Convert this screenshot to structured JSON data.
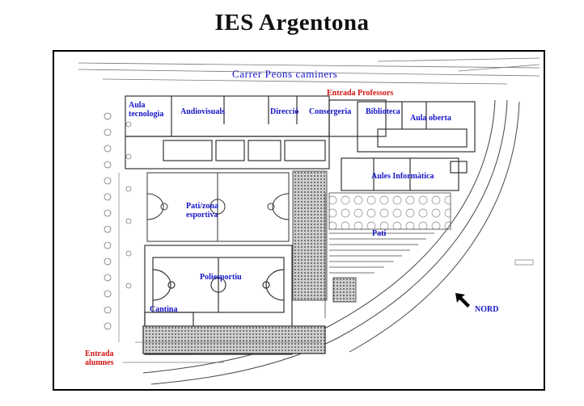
{
  "title": "IES Argentona",
  "street": "Carrer Peons caminers",
  "labels": {
    "entrada_professors": "Entrada Professors",
    "aula_tecnologia": "Aula tecnologia",
    "audiovisuals": "Audiovisuals",
    "direccio": "Direcció",
    "consergeria": "Consergeria",
    "biblioteca": "Biblioteca",
    "aula_oberta": "Aula oberta",
    "aules_informatica": "Aules Informàtica",
    "pati_zona_esportiva": "Pati/zona esportiva",
    "pati": "Pati",
    "poliesportiu": "Poliesportiu",
    "cantina": "Cantina",
    "entrada_alumnes": "Entrada alumnes",
    "nord": "NORD"
  },
  "colors": {
    "label_blue": "#1515c8",
    "label_red": "#d11414",
    "plan_lines": "#333333"
  },
  "icons": {
    "north_arrow": "arrow-up-left-icon"
  }
}
